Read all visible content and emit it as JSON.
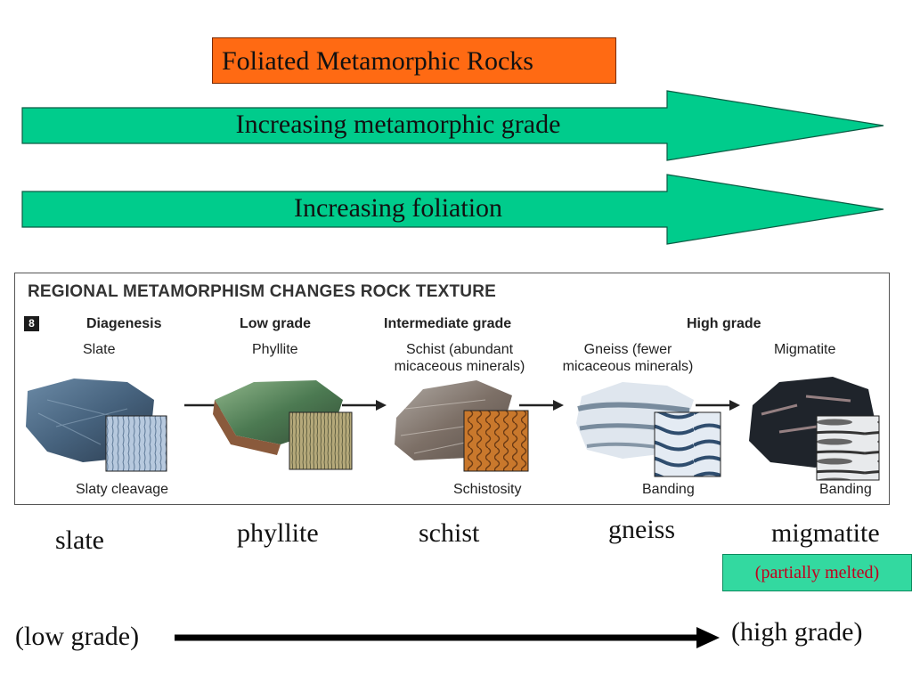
{
  "title": "Foliated Metamorphic Rocks",
  "arrows": {
    "grade": "Increasing metamorphic grade",
    "foliation": "Increasing foliation"
  },
  "figure": {
    "title": "REGIONAL METAMORPHISM CHANGES ROCK TEXTURE",
    "number": "8",
    "stages": {
      "diagenesis": "Diagenesis",
      "low": "Low grade",
      "intermediate": "Intermediate grade",
      "high": "High grade"
    },
    "rocks": {
      "slate": "Slate",
      "phyllite": "Phyllite",
      "schist_line1": "Schist (abundant",
      "schist_line2": "micaceous minerals)",
      "gneiss_line1": "Gneiss (fewer",
      "gneiss_line2": "micaceous minerals)",
      "migmatite": "Migmatite"
    },
    "textures": {
      "slaty": "Slaty cleavage",
      "schistosity": "Schistosity",
      "banding_gneiss": "Banding",
      "banding_migmatite": "Banding"
    }
  },
  "labels": {
    "slate": "slate",
    "phyllite": "phyllite",
    "schist": "schist",
    "gneiss": "gneiss",
    "migmatite": "migmatite",
    "partially_melted": "(partially melted)",
    "low_grade": "(low grade)",
    "high_grade": "(high grade)"
  },
  "colors": {
    "title_box": "#ff6a13",
    "arrow_fill": "#00cc8c",
    "melt_box": "#33d9a0",
    "melt_text": "#c1001f"
  }
}
